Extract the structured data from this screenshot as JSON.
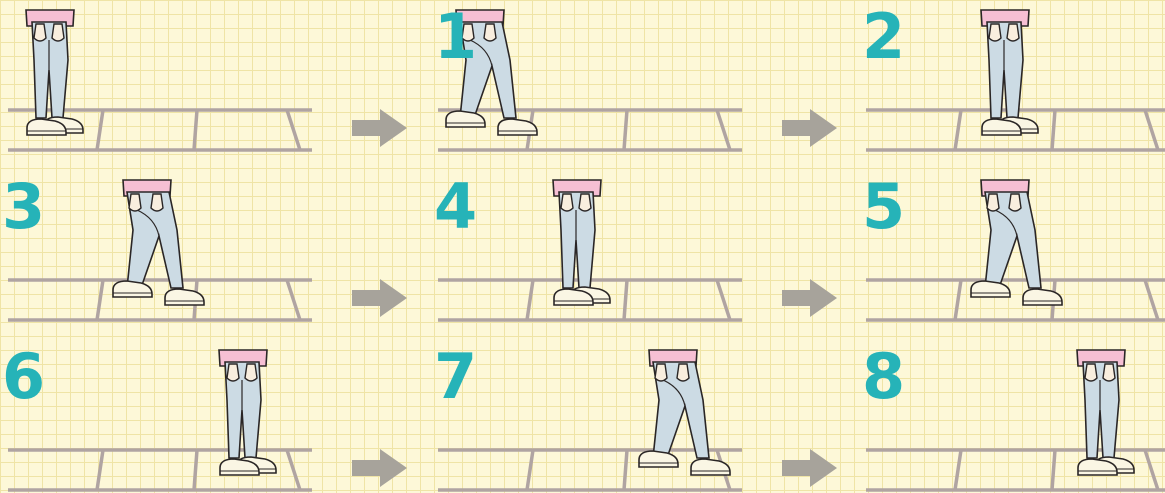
{
  "colors": {
    "background": "#fdf8d8",
    "grid": "#efe4a6",
    "step_number": "#26b3b8",
    "arrow": "#a7a39b",
    "floor_line": "#b0a4a2",
    "pants": "#ccdbe4",
    "shirt": "#f6bfd4",
    "shoe": "#faf6e4",
    "skin": "#f9eede",
    "outline": "#2a2626"
  },
  "steps": [
    {
      "label": "",
      "pose": "stand",
      "box": 0
    },
    {
      "label": "1",
      "pose": "walk",
      "box": 0
    },
    {
      "label": "2",
      "pose": "stand",
      "box": 1
    },
    {
      "label": "3",
      "pose": "walk",
      "box": 1
    },
    {
      "label": "4",
      "pose": "stand",
      "box": 1
    },
    {
      "label": "5",
      "pose": "walk",
      "box": 1
    },
    {
      "label": "6",
      "pose": "stand",
      "box": 2
    },
    {
      "label": "7",
      "pose": "walk",
      "box": 2
    },
    {
      "label": "8",
      "pose": "stand",
      "box": 2
    }
  ],
  "arrows": [
    {
      "icon": "right-arrow-icon",
      "between": [
        "start",
        "1"
      ]
    },
    {
      "icon": "right-arrow-icon",
      "between": [
        "1",
        "2"
      ]
    },
    {
      "icon": "right-arrow-icon",
      "between": [
        "3",
        "4"
      ]
    },
    {
      "icon": "right-arrow-icon",
      "between": [
        "4",
        "5"
      ]
    },
    {
      "icon": "right-arrow-icon",
      "between": [
        "6",
        "7"
      ]
    },
    {
      "icon": "right-arrow-icon",
      "between": [
        "7",
        "8"
      ]
    }
  ]
}
